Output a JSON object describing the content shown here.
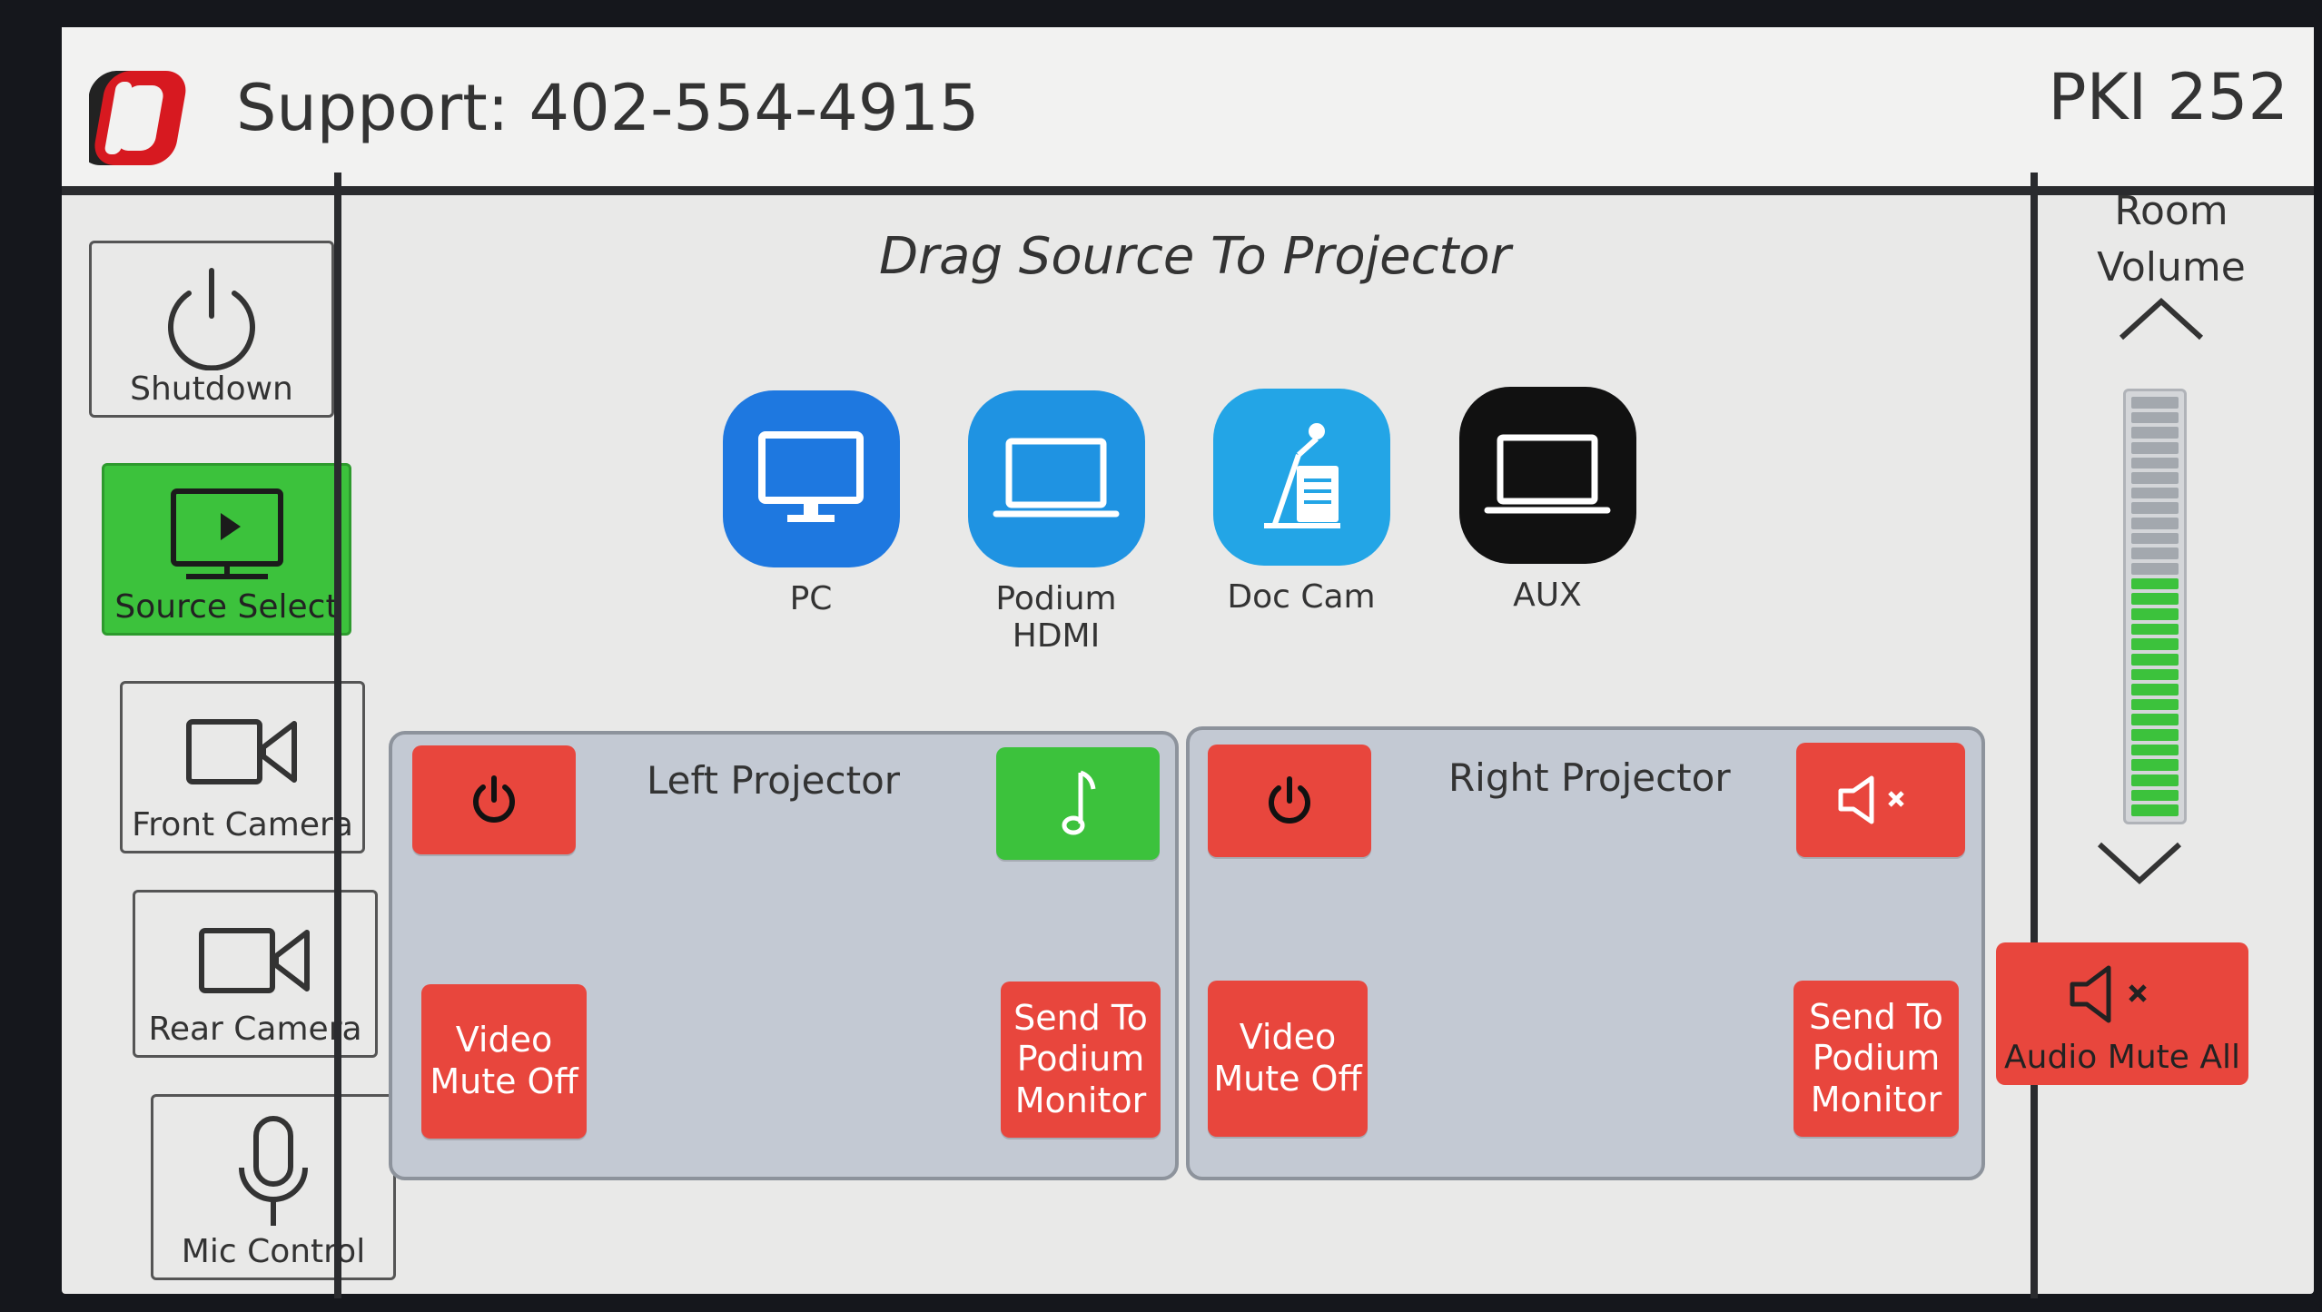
{
  "header": {
    "support_text": "Support: 402-554-4915",
    "room_name": "PKI 252"
  },
  "nav": {
    "items": [
      {
        "label": "Shutdown",
        "icon": "power-icon",
        "selected": false
      },
      {
        "label": "Source Select",
        "icon": "monitor-play-icon",
        "selected": true
      },
      {
        "label": "Front Camera",
        "icon": "camera-icon",
        "selected": false
      },
      {
        "label": "Rear Camera",
        "icon": "camera-icon",
        "selected": false
      },
      {
        "label": "Mic Control",
        "icon": "microphone-icon",
        "selected": false
      }
    ]
  },
  "main": {
    "title": "Drag Source To Projector",
    "sources": [
      {
        "label": "PC",
        "icon": "desktop-monitor-icon",
        "color": "#1e78e0"
      },
      {
        "label": "Podium HDMI",
        "icon": "laptop-icon",
        "color": "#1f93e2"
      },
      {
        "label": "Doc Cam",
        "icon": "document-camera-icon",
        "color": "#23a5e6"
      },
      {
        "label": "AUX",
        "icon": "laptop-icon",
        "color": "#111111"
      }
    ]
  },
  "projectors": {
    "left": {
      "title": "Left Projector",
      "video_mute_label": "Video\nMute Off",
      "send_label": "Send To\nPodium\nMonitor",
      "audio_state": "music"
    },
    "right": {
      "title": "Right Projector",
      "video_mute_label": "Video\nMute Off",
      "send_label": "Send To\nPodium\nMonitor",
      "audio_state": "muted"
    }
  },
  "volume": {
    "label": "Room\nVolume",
    "level_fraction": 0.57,
    "mute_all_label": "Audio Mute All"
  },
  "colors": {
    "accent_green": "#3cc23c",
    "accent_red": "#e8463d"
  }
}
